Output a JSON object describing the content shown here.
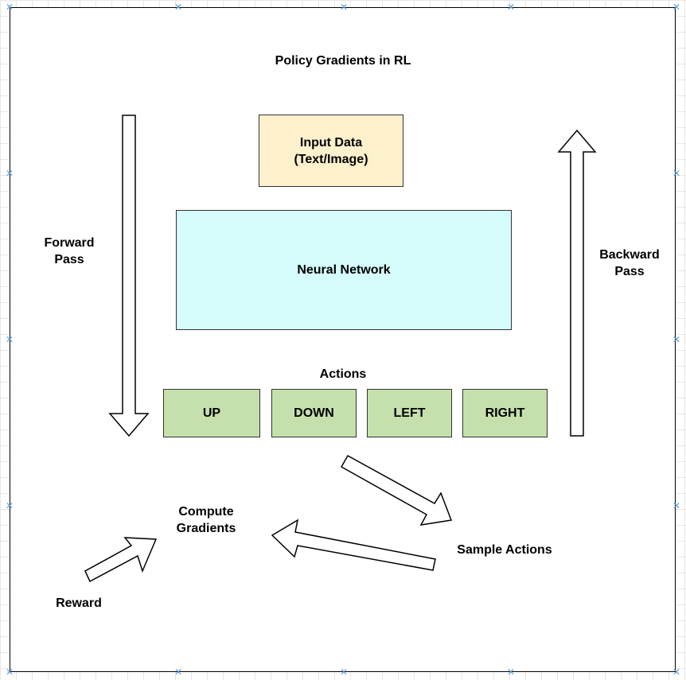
{
  "title": "Policy Gradients in RL",
  "input_box": {
    "line1": "Input Data",
    "line2": "(Text/Image)",
    "fill": "#fdf0cc"
  },
  "network_box": {
    "label": "Neural Network",
    "fill": "#d6fbfb"
  },
  "actions": {
    "title": "Actions",
    "fill": "#c5e0ad",
    "items": [
      {
        "label": "UP"
      },
      {
        "label": "DOWN"
      },
      {
        "label": "LEFT"
      },
      {
        "label": "RIGHT"
      }
    ]
  },
  "forward_pass": {
    "line1": "Forward",
    "line2": "Pass"
  },
  "backward_pass": {
    "line1": "Backward",
    "line2": "Pass"
  },
  "compute_gradients": {
    "line1": "Compute",
    "line2": "Gradients"
  },
  "sample_actions": "Sample Actions",
  "reward": "Reward",
  "colors": {
    "handle": "#5b9bd5",
    "stroke": "#000000"
  }
}
